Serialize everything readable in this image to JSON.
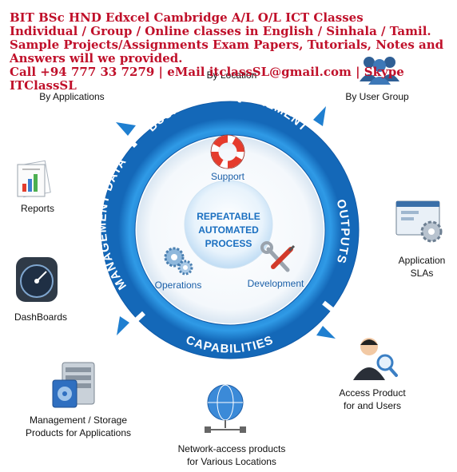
{
  "overlay": {
    "line1": "BIT BSc HND Edxcel Cambridge A/L O/L ICT Classes",
    "line2": "Individual / Group / Online classes in English / Sinhala / Tamil. Sample Projects/Assignments Exam Papers, Tutorials, Notes and Answers will we provided.",
    "line3": "Call +94 777 33 7279 | eMail itclassSL@gmail.com | Skype ITClassSL"
  },
  "ring": {
    "top": "BUSINESS REQUIREMENT",
    "right": "OUTPUTS",
    "bottom": "CAPABILITIES",
    "left": "MANAGEMENT DATA"
  },
  "center": {
    "line1": "REPEATABLE",
    "line2": "AUTOMATED",
    "line3": "PROCESS"
  },
  "inner": {
    "support": "Support",
    "operations": "Operations",
    "development": "Development"
  },
  "outer": {
    "by_location": "By Location",
    "by_applications": "By Applications",
    "by_user_group": "By User Group",
    "reports": "Reports",
    "application_slas_1": "Application",
    "application_slas_2": "SLAs",
    "dashboards": "DashBoards",
    "access_product_1": "Access Product",
    "access_product_2": "for and Users",
    "mgmt_storage_1": "Management / Storage",
    "mgmt_storage_2": "Products for Applications",
    "network_access_1": "Network-access products",
    "network_access_2": "for Various Locations"
  }
}
